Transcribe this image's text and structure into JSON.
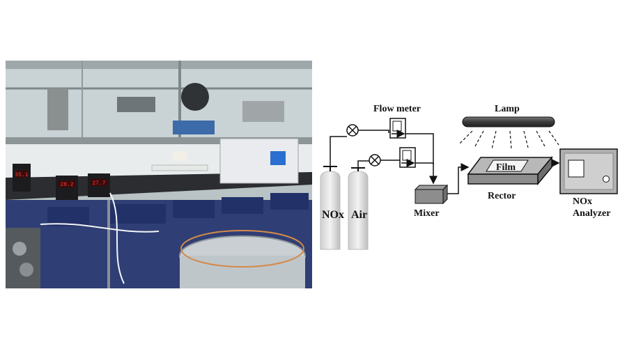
{
  "photo": {
    "meter_readings": [
      "35.1",
      "28.2",
      "27.7"
    ]
  },
  "diagram": {
    "labels": {
      "flow_meter": "Flow meter",
      "lamp": "Lamp",
      "film": "Film",
      "rector": "Rector",
      "mixer": "Mixer",
      "nox_tank": "NOx",
      "air_tank": "Air",
      "analyzer_line1": "NOx",
      "analyzer_line2": "Analyzer"
    }
  }
}
